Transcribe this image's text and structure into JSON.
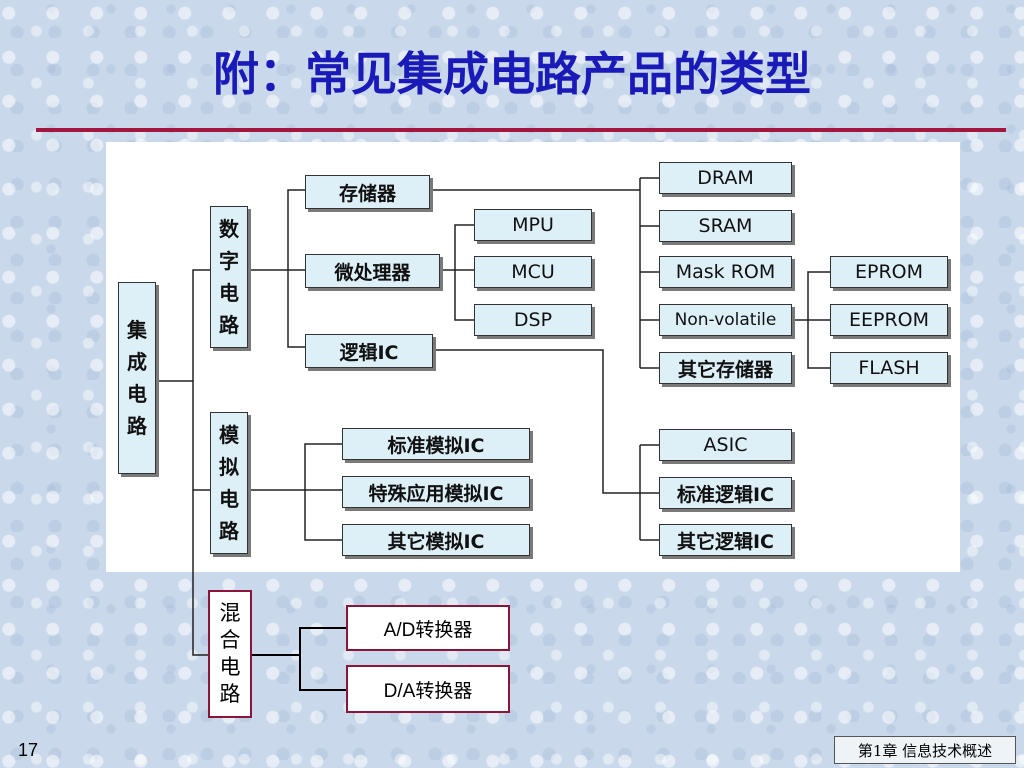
{
  "title": "附：常见集成电路产品的类型",
  "root": [
    "集",
    "成",
    "电",
    "路"
  ],
  "digital": [
    "数",
    "字",
    "电",
    "路"
  ],
  "analog": [
    "模",
    "拟",
    "电",
    "路"
  ],
  "mixed": [
    "混",
    "合",
    "电",
    "路"
  ],
  "digital_children": {
    "memory": "存储器",
    "micro": "微处理器",
    "logic": "逻辑IC"
  },
  "micro_children": {
    "mpu": "MPU",
    "mcu": "MCU",
    "dsp": "DSP"
  },
  "memory_children": {
    "dram": "DRAM",
    "sram": "SRAM",
    "mask_rom": "Mask ROM",
    "non_volatile": "Non-volatile",
    "other_memory": "其它存储器"
  },
  "nonvolatile_children": {
    "eprom": "EPROM",
    "eeprom": "EEPROM",
    "flash": "FLASH"
  },
  "analog_children": {
    "std_analog": "标准模拟IC",
    "special_analog": "特殊应用模拟IC",
    "other_analog": "其它模拟IC"
  },
  "logic_children": {
    "asic": "ASIC",
    "std_logic": "标准逻辑IC",
    "other_logic": "其它逻辑IC"
  },
  "mixed_children": {
    "ad": "A/D转换器",
    "da": "D/A转换器"
  },
  "page_number": "17",
  "chapter": "第1章 信息技术概述"
}
